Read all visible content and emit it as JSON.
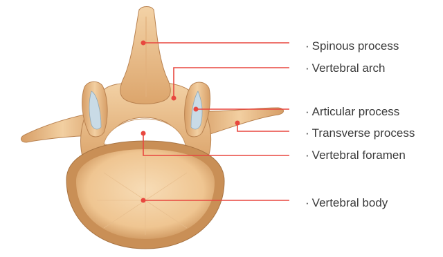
{
  "labels": [
    {
      "key": "spinous",
      "text": "Spinous process",
      "color": "#e8473f"
    },
    {
      "key": "arch",
      "text": "Vertebral arch",
      "color": "#e8473f"
    },
    {
      "key": "articular",
      "text": "Articular process",
      "color": "#e8473f"
    },
    {
      "key": "transverse",
      "text": "Transverse process",
      "color": "#e8473f"
    },
    {
      "key": "foramen",
      "text": "Vertebral foramen",
      "color": "#e8473f"
    },
    {
      "key": "body",
      "text": "Vertebral body",
      "color": "#e8473f"
    }
  ],
  "bullet": "·",
  "colors": {
    "leader_line": "#e8473f",
    "bone_light": "#f6d8b0",
    "bone_mid": "#e8b684",
    "bone_dark": "#b9834f",
    "cartilage": "#c9dbe6",
    "text": "#3a3a3a"
  }
}
